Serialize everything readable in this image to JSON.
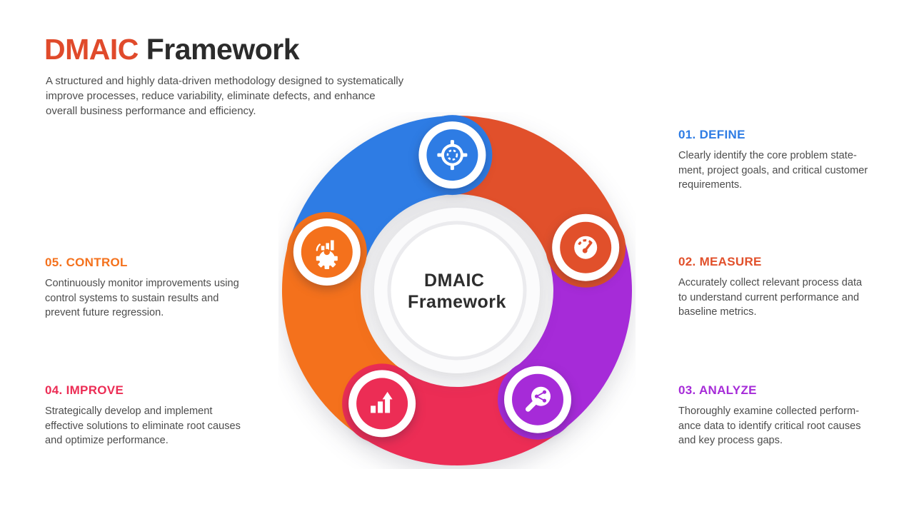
{
  "slide": {
    "title_accent": "DMAIC",
    "title_rest": " Framework",
    "subtitle_lines": [
      "A structured and highly data-driven methodology designed to systematically",
      "improve processes, reduce variability, eliminate defects, and enhance",
      "overall business performance and efficiency."
    ],
    "center_label": {
      "line1": "DMAIC",
      "line2": "Framework"
    }
  },
  "colors": {
    "title_accent": "#E04A2B",
    "title_rest": "#2B2B2B",
    "body_text": "#4C4C4C"
  },
  "steps": [
    {
      "number": "01.",
      "name": "DEFINE",
      "color": "#2E7CE4",
      "icon": "target-icon",
      "description_lines": [
        "Clearly identify the core problem state-",
        "ment, project goals, and critical customer",
        "requirements."
      ]
    },
    {
      "number": "02.",
      "name": "MEASURE",
      "color": "#E1502B",
      "icon": "gauge-icon",
      "description_lines": [
        "Accurately collect relevant process data",
        "to understand current performance and",
        "baseline metrics."
      ]
    },
    {
      "number": "03.",
      "name": "ANALYZE",
      "color": "#A62BD8",
      "icon": "magnifier-network-icon",
      "description_lines": [
        "Thoroughly examine collected perform-",
        "ance data to identify critical root causes",
        "and key process gaps."
      ]
    },
    {
      "number": "04.",
      "name": "IMPROVE",
      "color": "#EC2D55",
      "icon": "growth-bars-arrow-icon",
      "description_lines": [
        "Strategically develop and implement",
        "effective solutions to eliminate root causes",
        "and optimize performance."
      ]
    },
    {
      "number": "05.",
      "name": "CONTROL",
      "color": "#F4711C",
      "icon": "gear-bars-icon",
      "description_lines": [
        "Continuously monitor improvements using",
        "control systems to sustain results and",
        "prevent future regression."
      ]
    }
  ]
}
